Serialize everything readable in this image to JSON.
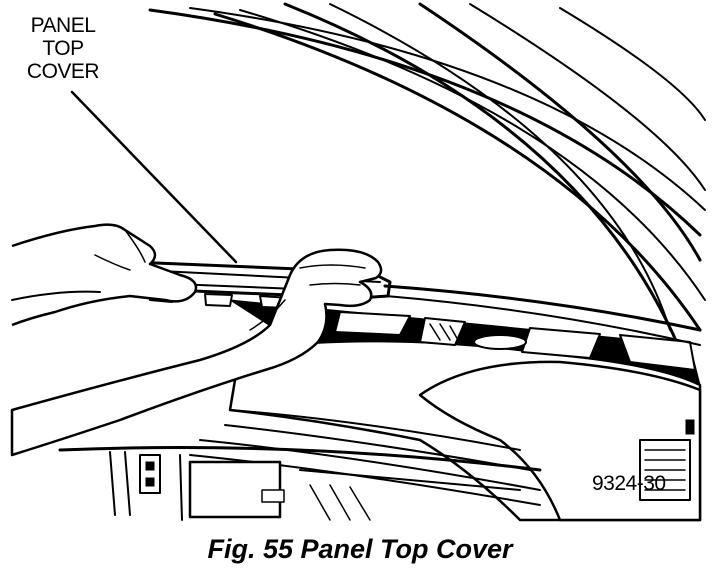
{
  "callout": {
    "line1": "PANEL",
    "line2": "TOP",
    "line3": "COVER"
  },
  "figure_id": "9324-30",
  "caption": "Fig. 55 Panel Top Cover"
}
